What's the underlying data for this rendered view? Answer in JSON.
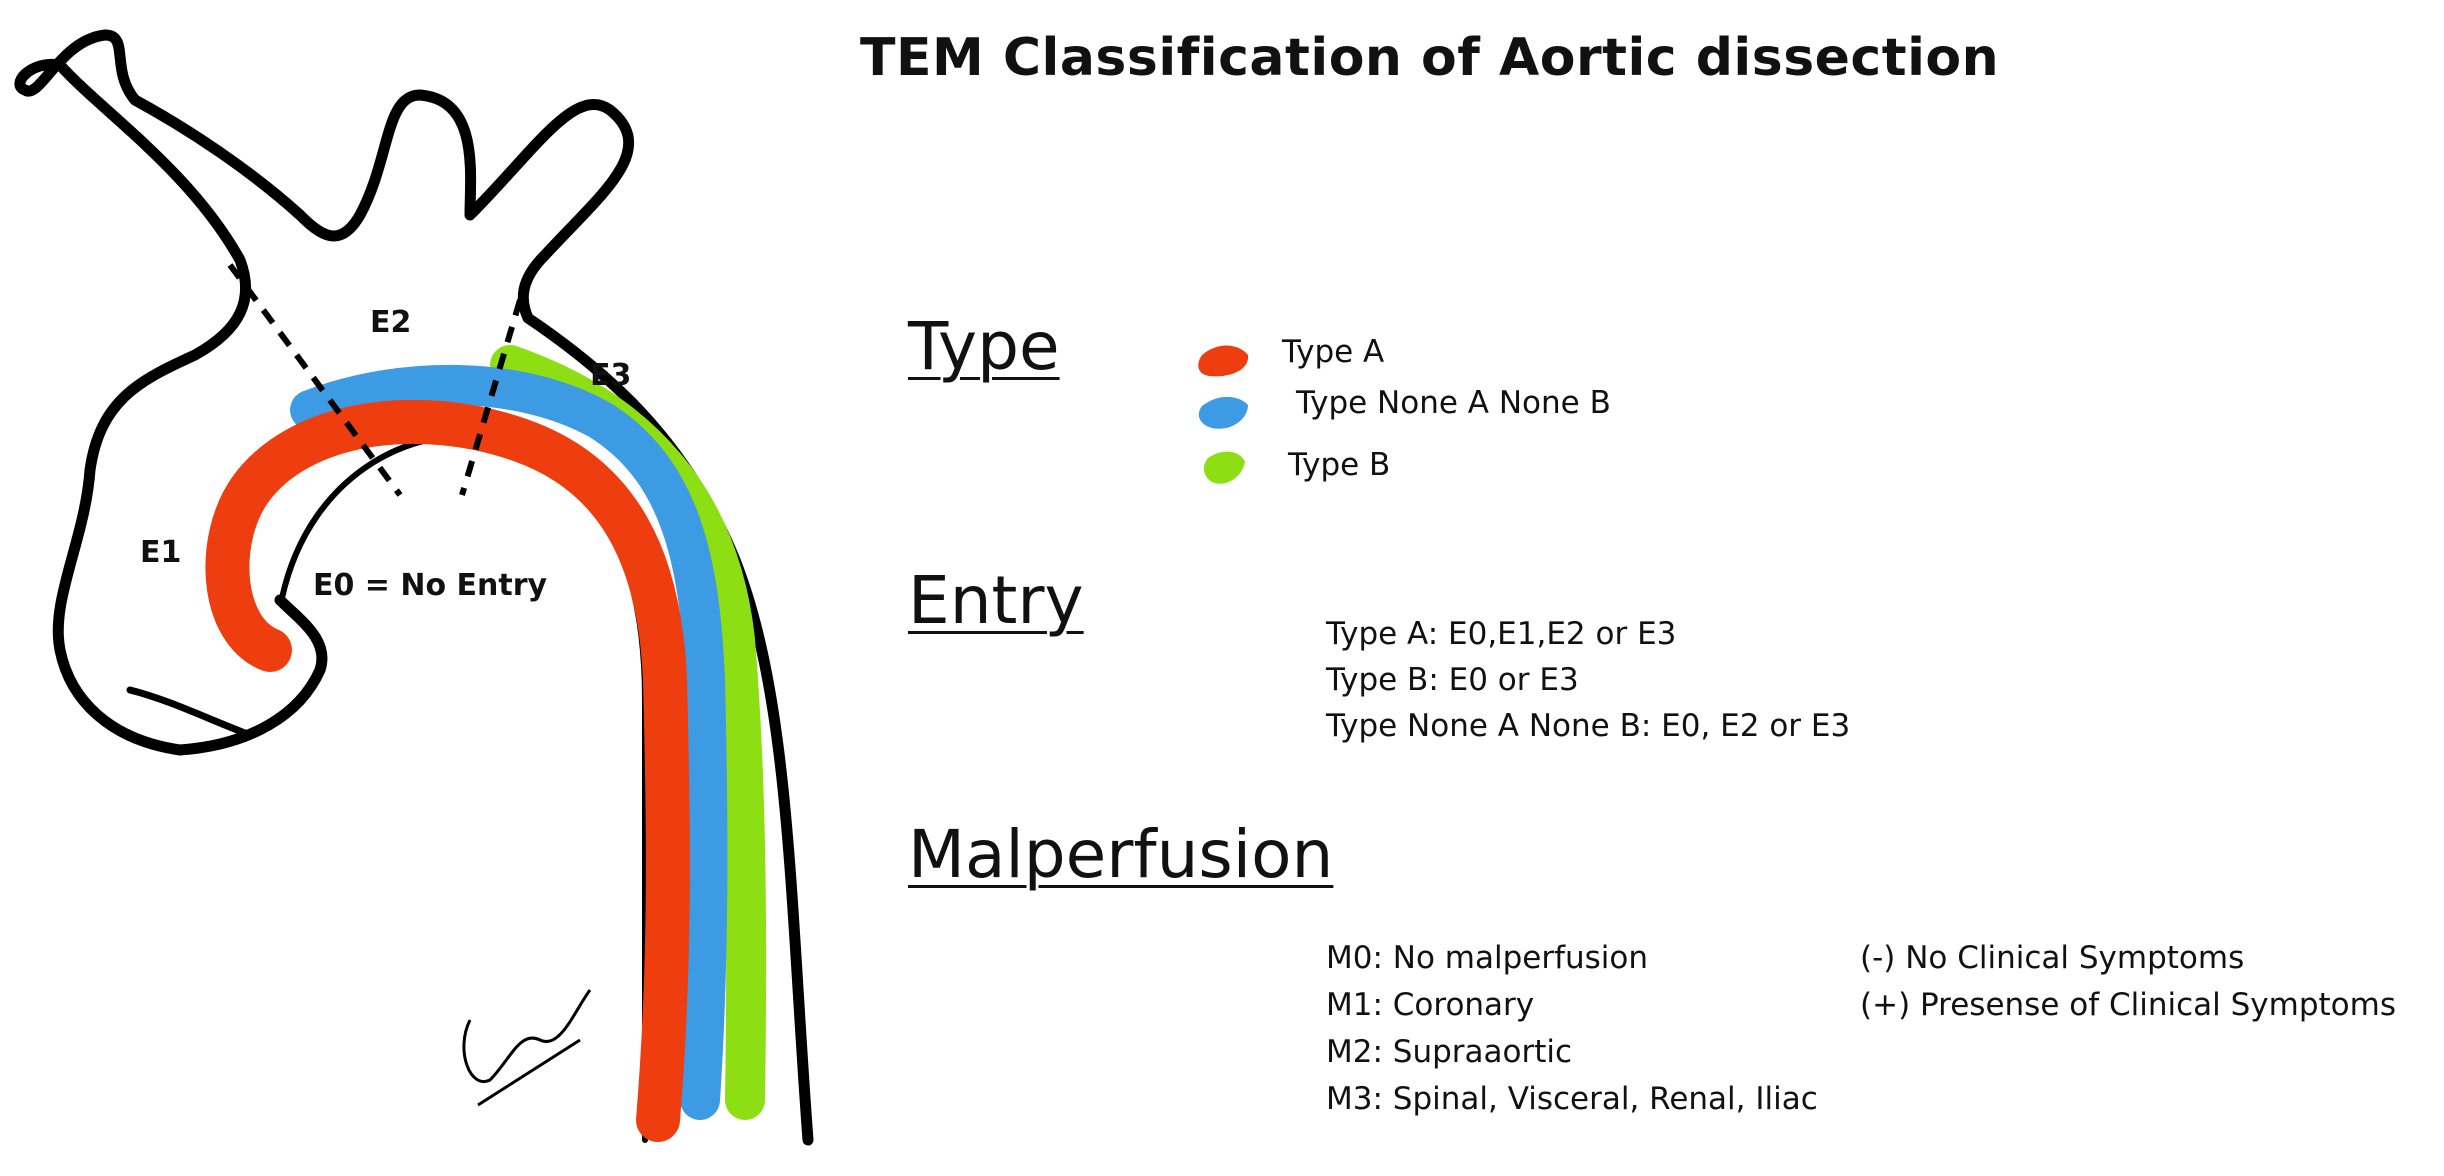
{
  "title": "TEM Classification of Aortic dissection",
  "colors": {
    "type_a": "#ee3d0f",
    "non_a_non_b": "#3d9be3",
    "type_b": "#8dde12",
    "outline": "#000000"
  },
  "diagram": {
    "labels": {
      "e1": "E1",
      "e2": "E2",
      "e3": "E3",
      "e0": "E0 = No Entry"
    },
    "signature": "Valahyal"
  },
  "sections": {
    "type": {
      "heading": "Type",
      "legend": [
        {
          "label": "Type A",
          "color": "#ee3d0f"
        },
        {
          "label": "Type None A None B",
          "color": "#3d9be3"
        },
        {
          "label": "Type B",
          "color": "#8dde12"
        }
      ]
    },
    "entry": {
      "heading": "Entry",
      "lines": [
        "Type A: E0,E1,E2 or E3",
        "Type B: E0 or E3",
        "Type None A None B: E0, E2 or E3"
      ]
    },
    "malperfusion": {
      "heading": "Malperfusion",
      "levels": [
        "M0: No malperfusion",
        "M1: Coronary",
        "M2: Supraaortic",
        "M3: Spinal, Visceral, Renal, Iliac"
      ],
      "symptoms": [
        "(-) No Clinical Symptoms",
        "(+) Presense of Clinical Symptoms"
      ]
    }
  }
}
